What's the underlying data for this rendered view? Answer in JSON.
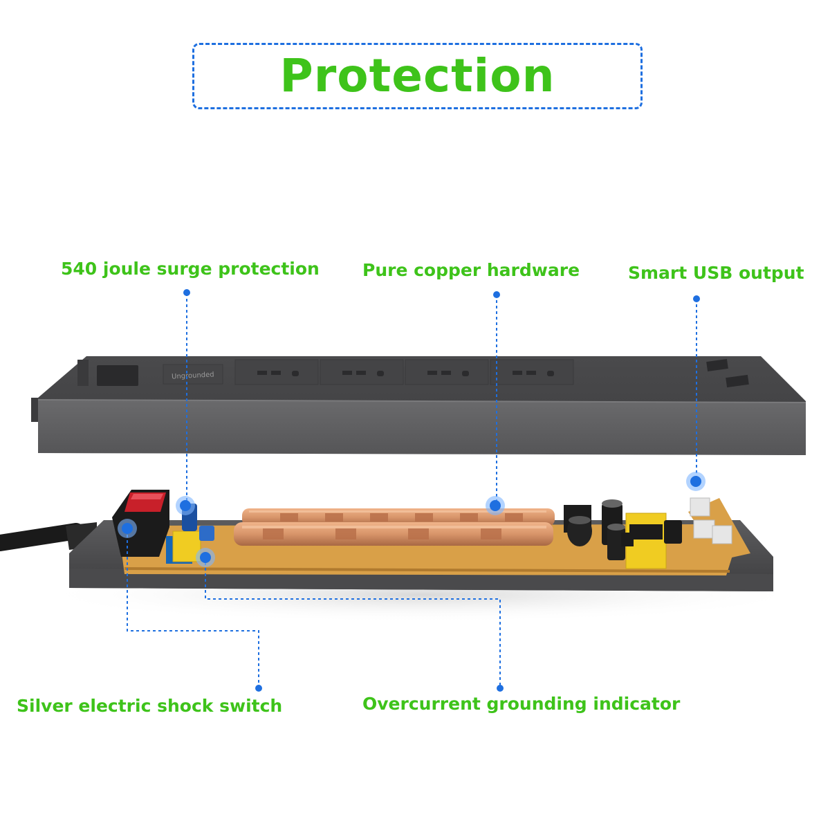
{
  "title": "Protection",
  "labels": {
    "surge": "540 joule surge protection",
    "copper": "Pure copper hardware",
    "usb": "Smart USB output",
    "switch": "Silver electric shock switch",
    "indicator": "Overcurrent grounding indicator"
  },
  "device": {
    "top_panel_text": "Ungrounded"
  },
  "colors": {
    "title_green": "#3ec31a",
    "leader_blue": "#1e6fe0",
    "housing": "#58585a",
    "pcb": "#d9a048",
    "copper": "#d8956a"
  }
}
